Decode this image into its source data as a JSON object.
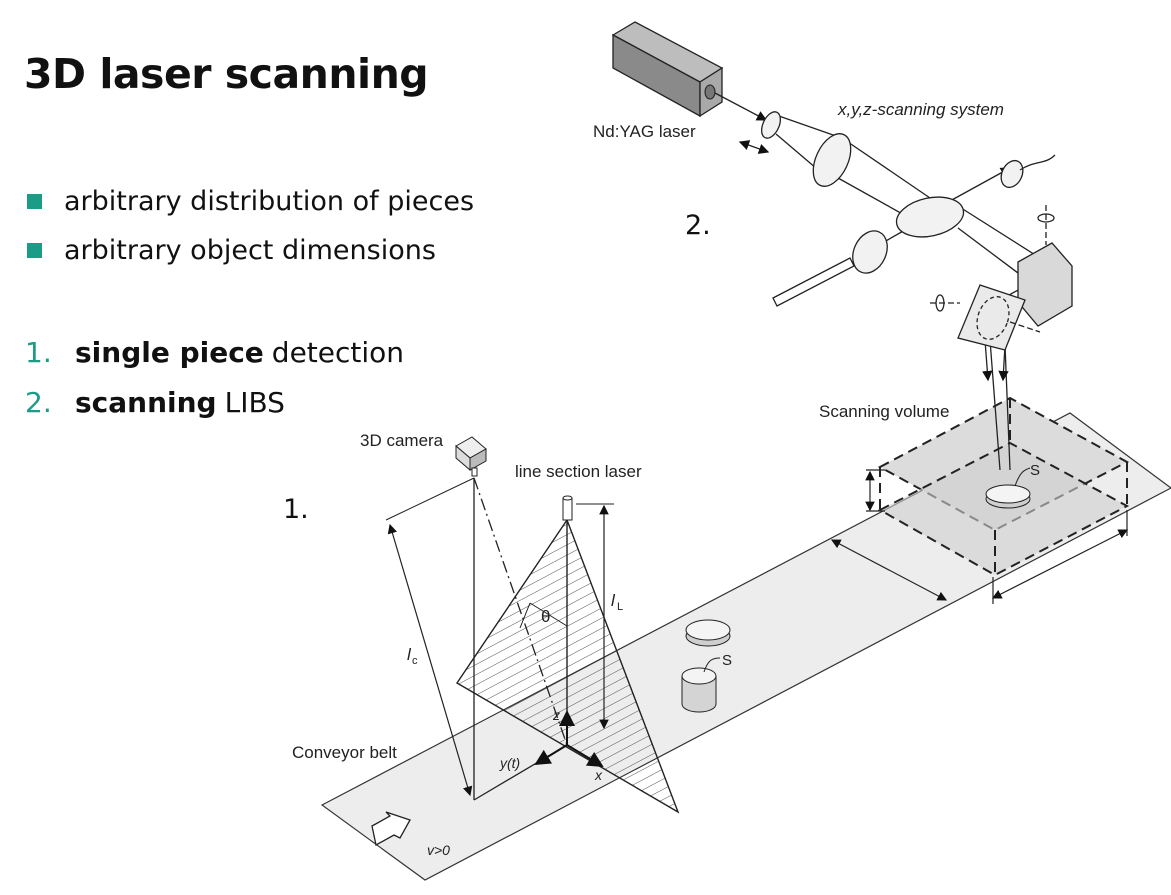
{
  "slide": {
    "title": "3D laser scanning",
    "bullets": [
      "arbitrary distribution of pieces",
      "arbitrary object dimensions"
    ],
    "numbered": [
      {
        "num": "1.",
        "bold": "single piece",
        "rest": "detection"
      },
      {
        "num": "2.",
        "bold": "scanning",
        "rest": "LIBS"
      }
    ],
    "accent_color": "#1a9c86"
  },
  "diagram": {
    "step1_label": "1.",
    "step2_label": "2.",
    "labels": {
      "nd_yag_laser": "Nd:YAG laser",
      "scanning_system": "x,y,z-scanning system",
      "scanning_volume": "Scanning volume",
      "camera": "3D camera",
      "line_laser": "line section laser",
      "conveyor": "Conveyor belt",
      "theta": "θ",
      "l_L": "l",
      "l_L_sub": "L",
      "l_c": "l",
      "l_c_sub": "c",
      "z_axis": "z",
      "y_axis": "y(t)",
      "x_axis": "x",
      "velocity": "v>0",
      "sample_1": "S",
      "sample_2": "S"
    }
  }
}
